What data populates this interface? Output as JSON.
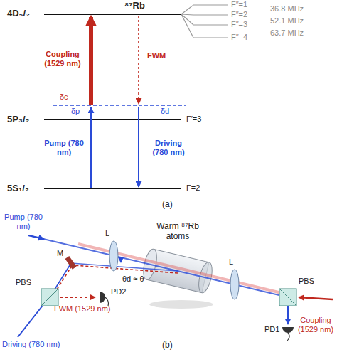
{
  "diagram": {
    "labels": [
      "⁸⁷Rb",
      "4D₅/₂",
      "F″=1",
      "F″=2",
      "F″=3",
      "F″=4",
      "36.8 MHz",
      "52.1 MHz",
      "63.7 MHz",
      "Coupling (1529 nm)",
      "FWM",
      "δc",
      "δp",
      "δd",
      "5P₃/₂",
      "F′=3",
      "Pump (780 nm)",
      "Driving (780 nm)",
      "5S₁/₂",
      "F=2",
      "(a)",
      "Pump (780 nm)",
      "M",
      "L",
      "θd ≈ θ",
      "Warm ⁸⁷Rb atoms",
      "L",
      "PBS",
      "Driving (780 nm)",
      "FWM (1529 nm)",
      "PD2",
      "PBS",
      "PD1",
      "Coupling (1529 nm)",
      "(b)"
    ]
  }
}
